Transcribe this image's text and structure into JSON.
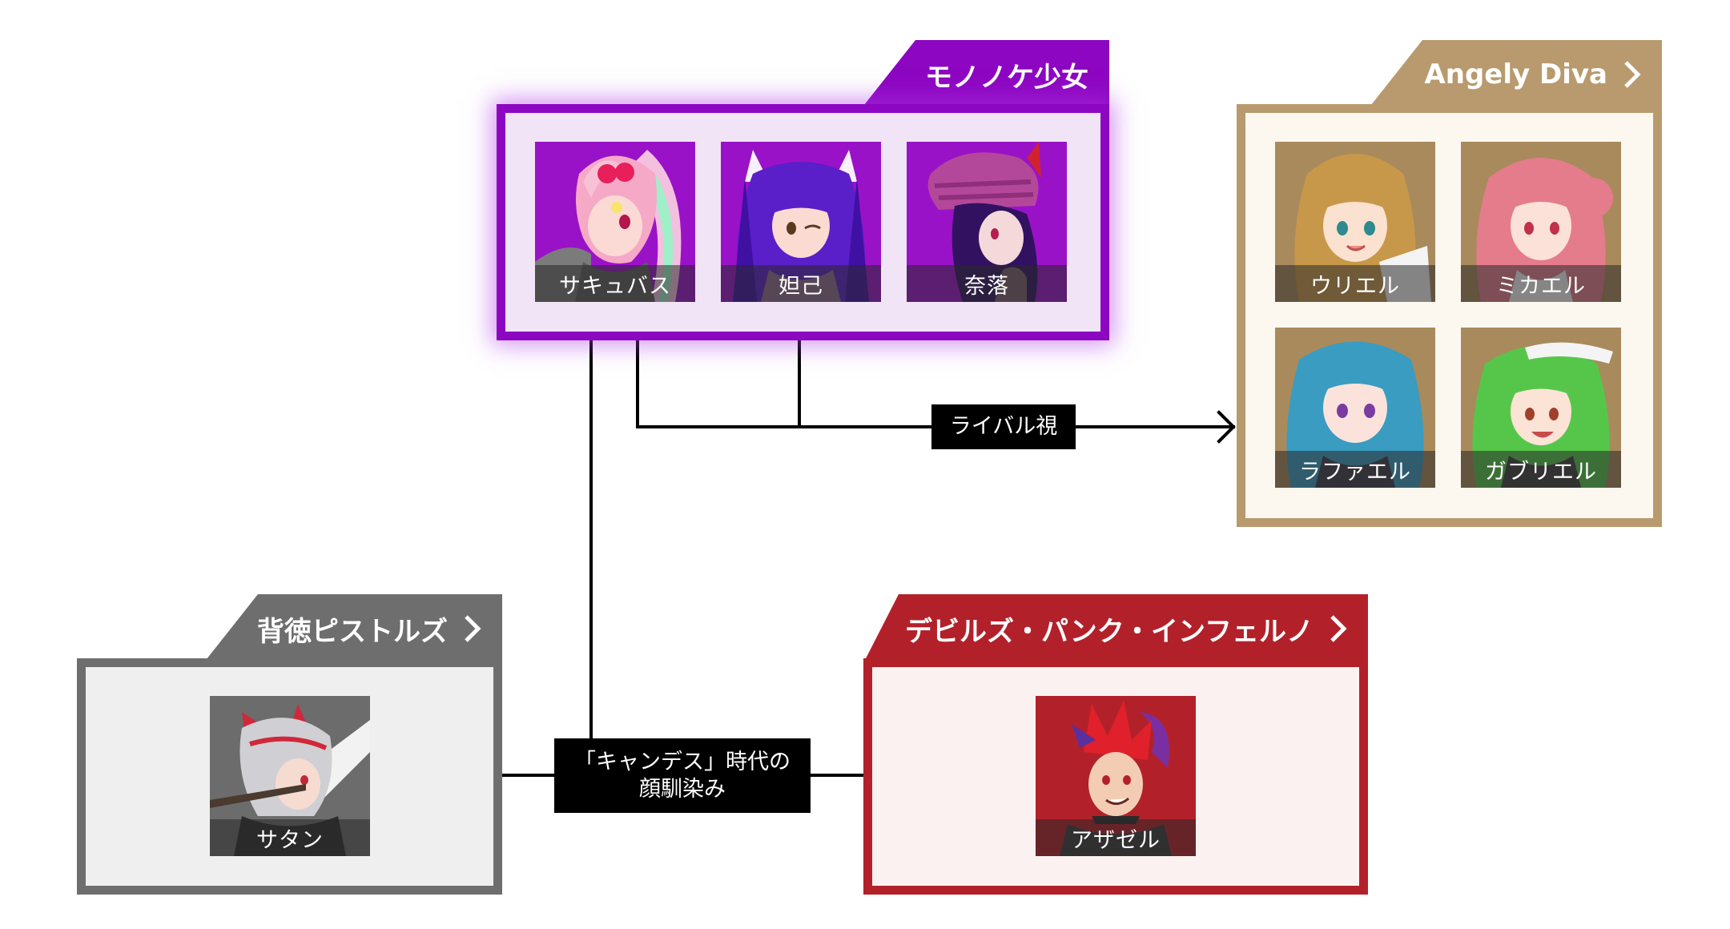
{
  "groups": {
    "mononoke": {
      "title": "モノノケ少女",
      "color": "#8d06c2",
      "bg": "#f1e4f6",
      "members": [
        "サキュバス",
        "妲己",
        "奈落"
      ]
    },
    "angely": {
      "title": "Angely Diva",
      "color": "#b89a6e",
      "bg": "#fcf8f0",
      "members": [
        "ウリエル",
        "ミカエル",
        "ラファエル",
        "ガブリエル"
      ]
    },
    "haitoku": {
      "title": "背徳ピストルズ",
      "color": "#6e6e6e",
      "bg": "#efefef",
      "members": [
        "サタン"
      ]
    },
    "devils": {
      "title": "デビルズ・パンク・インフェルノ",
      "color": "#b2212a",
      "bg": "#fcf1f1",
      "members": [
        "アザゼル"
      ]
    }
  },
  "relations": {
    "rival": "ライバル視",
    "childhood_line1": "「キャンデス」時代の",
    "childhood_line2": "顔馴染み"
  }
}
